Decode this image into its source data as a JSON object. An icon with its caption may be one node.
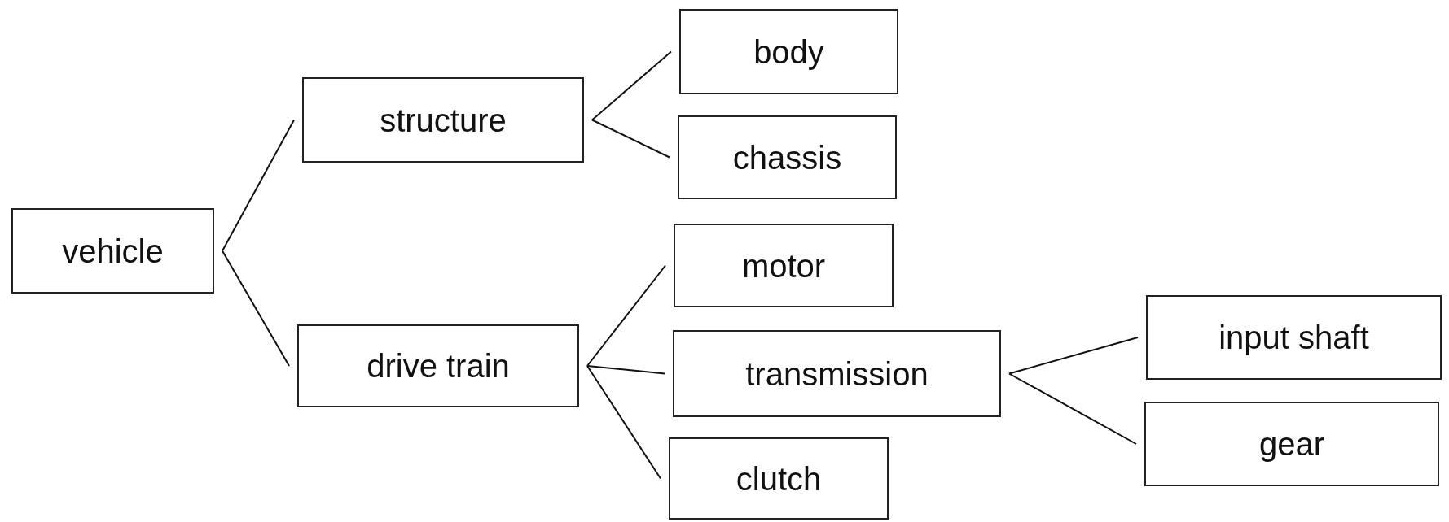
{
  "diagram": {
    "nodes": [
      {
        "text": [
          "vehicle"
        ]
      },
      {
        "text": [
          "structure"
        ]
      },
      {
        "text": [
          "body"
        ]
      },
      {
        "text": [
          "chassis"
        ]
      },
      {
        "text": [
          "drive train"
        ]
      },
      {
        "text": [
          "motor"
        ]
      },
      {
        "text": [
          "transmission"
        ]
      },
      {
        "text": [
          "input shaft"
        ]
      },
      {
        "text": [
          "gear"
        ]
      },
      {
        "text": [
          "clutch"
        ]
      }
    ],
    "edges": [
      {
        "from": 0,
        "to": 1,
        "arrow": "none"
      },
      {
        "from": 0,
        "to": 4,
        "arrow": "none"
      },
      {
        "from": 1,
        "to": 2,
        "arrow": "none"
      },
      {
        "from": 1,
        "to": 3,
        "arrow": "none"
      },
      {
        "from": 4,
        "to": 5,
        "arrow": "none"
      },
      {
        "from": 4,
        "to": 6,
        "arrow": "none"
      },
      {
        "from": 4,
        "to": 9,
        "arrow": "none"
      },
      {
        "from": 6,
        "to": 7,
        "arrow": "none"
      },
      {
        "from": 6,
        "to": 8,
        "arrow": "none"
      }
    ]
  }
}
